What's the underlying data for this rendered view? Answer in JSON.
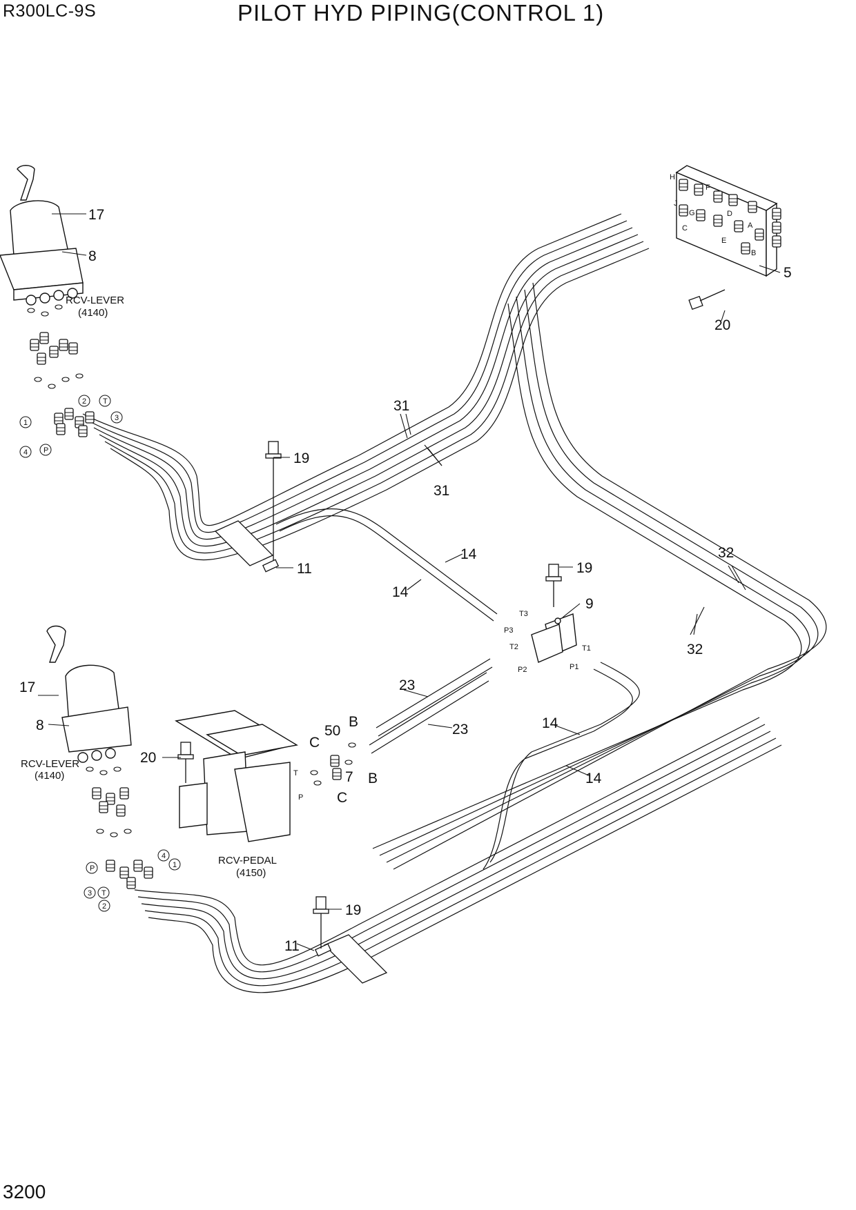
{
  "header": {
    "model": "R300LC-9S",
    "title": "PILOT HYD PIPING(CONTROL 1)"
  },
  "footer": {
    "page_number": "3200"
  },
  "parts": {
    "p5": "5",
    "p7": "7",
    "p8": "8",
    "p9": "9",
    "p11": "11",
    "p14": "14",
    "p17": "17",
    "p19": "19",
    "p20": "20",
    "p23": "23",
    "p31": "31",
    "p32": "32",
    "p50": "50"
  },
  "components": {
    "rcv_lever": "RCV-LEVER",
    "rcv_lever_code": "(4140)",
    "rcv_pedal": "RCV-PEDAL",
    "rcv_pedal_code": "(4150)"
  },
  "ports": {
    "valve_block": [
      "H",
      "J",
      "F",
      "G",
      "D",
      "C",
      "A",
      "E",
      "B"
    ],
    "junction": [
      "T3",
      "P3",
      "T2",
      "P2",
      "T1",
      "P1"
    ],
    "pedal": [
      "T",
      "P"
    ],
    "fittings": [
      "B",
      "C"
    ],
    "lever_circles": [
      "1",
      "2",
      "3",
      "4",
      "T",
      "P"
    ]
  }
}
